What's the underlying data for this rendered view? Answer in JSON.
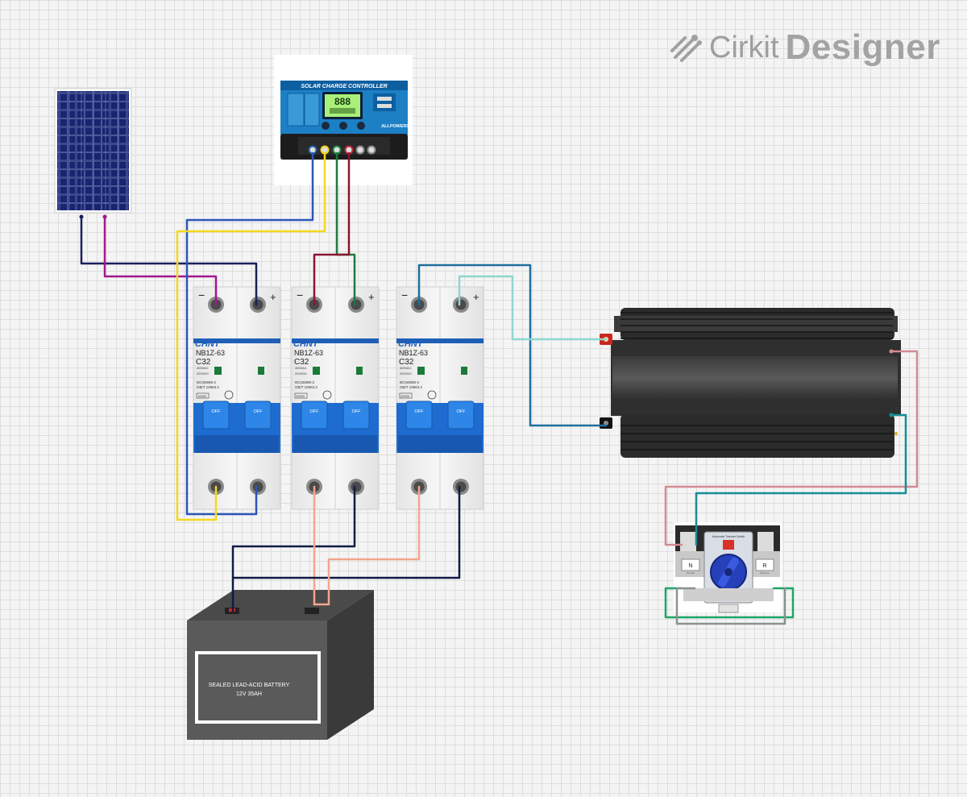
{
  "brand": {
    "name": "Cirkit",
    "product": "Designer",
    "icon": "cirkit-logo-icon"
  },
  "charge_controller": {
    "title": "SOLAR CHARGE CONTROLLER",
    "display": "888",
    "brand_label": "ALLPOWERS",
    "terminal_colors": [
      "#1f5fa8",
      "#f1d21a",
      "#1f8a4a",
      "#c42a3a",
      "#8a8a8a",
      "#8a8a8a"
    ]
  },
  "breakers": [
    {
      "brand": "CHNT",
      "model": "NB1Z-63",
      "rating": "C32",
      "volt_ac": "400VAC",
      "volt_dc": "220VDC",
      "std1": "IEC60898-2",
      "std2": "GB/T 10963.2",
      "code": "10000",
      "off_label": "OFF",
      "minus": "−",
      "plus": "+"
    },
    {
      "brand": "CHNT",
      "model": "NB1Z-63",
      "rating": "C32",
      "volt_ac": "400VAC",
      "volt_dc": "220VDC",
      "std1": "IEC60898-2",
      "std2": "GB/T 10963.2",
      "code": "10000",
      "off_label": "OFF",
      "minus": "−",
      "plus": "+"
    },
    {
      "brand": "CHNT",
      "model": "NB1Z-63",
      "rating": "C32",
      "volt_ac": "400VAC",
      "volt_dc": "220VDC",
      "std1": "IEC60898-2",
      "std2": "GB/T 10963.2",
      "code": "10000",
      "off_label": "OFF",
      "minus": "−",
      "plus": "+"
    }
  ],
  "battery": {
    "line1": "SEALED LEAD-ACID BATTERY",
    "line2": "12V 35AH"
  },
  "transfer_switch": {
    "title": "Automatic Transfer Switch",
    "left_label": "N",
    "right_label": "R",
    "left_sub": "Normal",
    "right_sub": "Reserve"
  },
  "wires": [
    {
      "name": "wire-panel-neg-to-breaker1",
      "color": "#1a1f5a"
    },
    {
      "name": "wire-panel-pos-to-breaker1",
      "color": "#a4168f"
    },
    {
      "name": "wire-controller-pv-neg",
      "color": "#2a56b8"
    },
    {
      "name": "wire-controller-pv-pos",
      "color": "#f4d81e"
    },
    {
      "name": "wire-controller-bat-neg",
      "color": "#1b7a3e"
    },
    {
      "name": "wire-controller-bat-pos",
      "color": "#8a1530"
    },
    {
      "name": "wire-breaker3-to-inverter-neg",
      "color": "#1f6f9c"
    },
    {
      "name": "wire-breaker3-to-inverter-pos",
      "color": "#8fd6d0"
    },
    {
      "name": "wire-breaker2-to-battery-neg",
      "color": "#101b44"
    },
    {
      "name": "wire-breaker2-to-battery-pos",
      "color": "#f3a58c"
    },
    {
      "name": "wire-breaker3-to-battery",
      "color": "#101b44"
    },
    {
      "name": "wire-breaker3-to-battery-pos",
      "color": "#f3a58c"
    },
    {
      "name": "wire-inverter-ac-live",
      "color": "#d38a93"
    },
    {
      "name": "wire-inverter-ac-neutral",
      "color": "#168c96"
    },
    {
      "name": "wire-ats-loop-green",
      "color": "#1ea567"
    },
    {
      "name": "wire-ats-loop-gray",
      "color": "#8a9290"
    }
  ]
}
